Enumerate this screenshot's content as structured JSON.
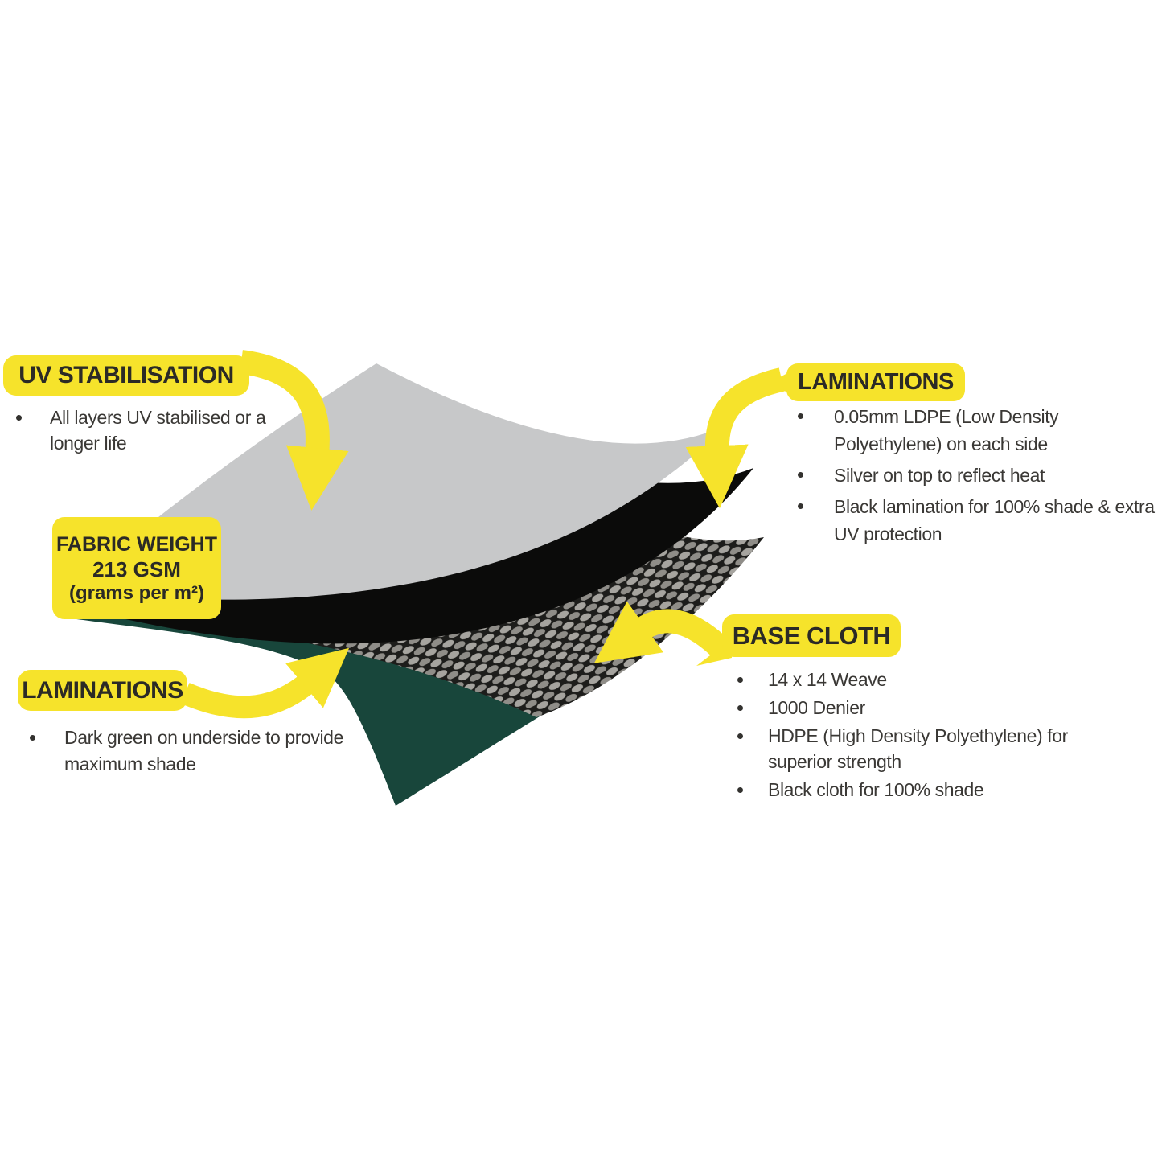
{
  "colors": {
    "accent_yellow": "#F6E32B",
    "label_text": "#2B2A26",
    "body_text": "#3A3835",
    "layer_silver": "#C7C8C9",
    "layer_black": "#0B0B0A",
    "layer_green": "#18463B",
    "mesh_dark": "#1D1D1B",
    "mesh_light": "#A6A49F"
  },
  "sections": {
    "uv": {
      "title": "UV STABILISATION",
      "bullets": [
        {
          "lines": [
            "All layers UV stabilised or a",
            "longer life"
          ]
        }
      ]
    },
    "fabric_weight": {
      "line1": "FABRIC WEIGHT",
      "line2": "213 GSM",
      "line3": "(grams per m²)"
    },
    "laminations_left": {
      "title": "LAMINATIONS",
      "bullets": [
        {
          "lines": [
            "Dark green on underside to provide",
            "maximum shade"
          ]
        }
      ]
    },
    "laminations_right": {
      "title": "LAMINATIONS",
      "bullets": [
        {
          "lines": [
            "0.05mm LDPE (Low Density",
            "Polyethylene) on each side"
          ]
        },
        {
          "lines": [
            "Silver on top to reflect heat"
          ]
        },
        {
          "lines": [
            "Black lamination for 100% shade & extra",
            "UV protection"
          ]
        }
      ]
    },
    "base_cloth": {
      "title": "BASE CLOTH",
      "bullets": [
        {
          "lines": [
            "14 x 14 Weave"
          ]
        },
        {
          "lines": [
            "1000 Denier"
          ]
        },
        {
          "lines": [
            "HDPE (High Density Polyethylene) for",
            "superior strength"
          ]
        },
        {
          "lines": [
            "Black cloth for 100% shade"
          ]
        }
      ]
    }
  },
  "diagram": {
    "layers": [
      {
        "name": "silver-top-lamination",
        "color": "#C7C8C9"
      },
      {
        "name": "black-lamination",
        "color": "#0B0B0A"
      },
      {
        "name": "woven-base-cloth",
        "color": "weave-pattern"
      },
      {
        "name": "dark-green-underside-lamination",
        "color": "#18463B"
      }
    ]
  }
}
